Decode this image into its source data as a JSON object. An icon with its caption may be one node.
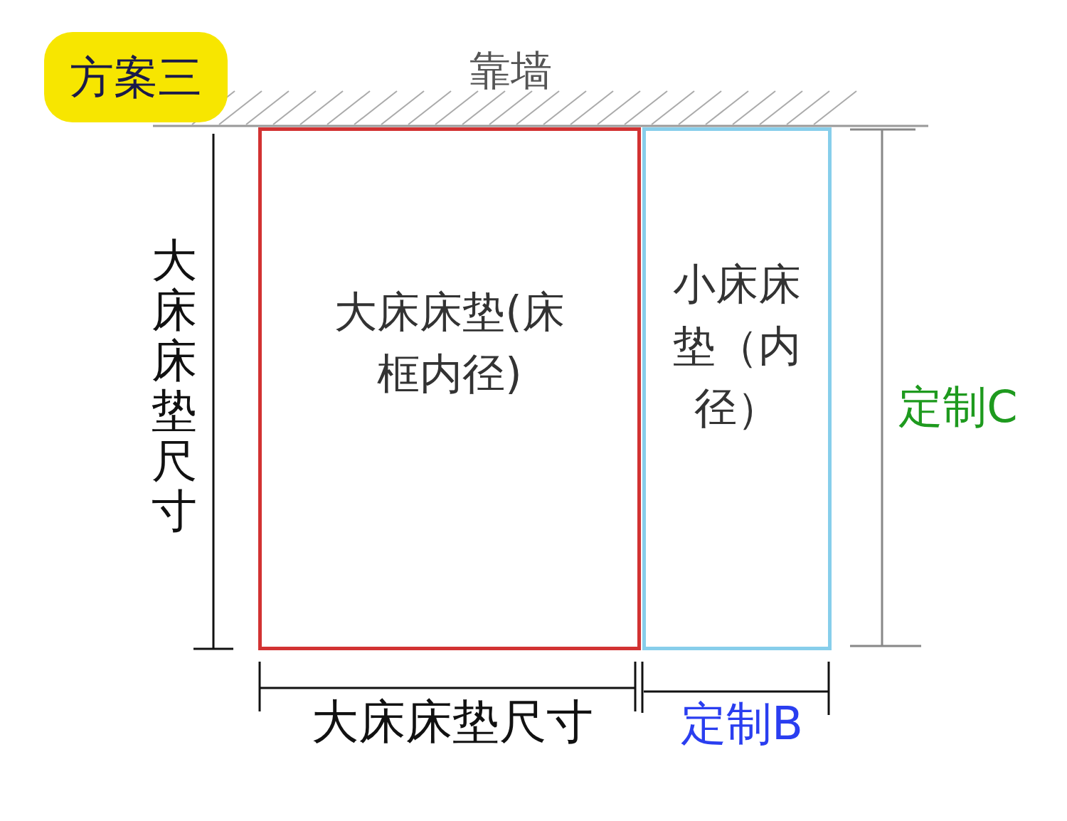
{
  "diagram": {
    "nodes": [
      {
        "text": [
          "方案三"
        ]
      },
      {
        "text": [
          "大床床垫(床框内径)"
        ]
      },
      {
        "text": [
          "小床床垫（内径）"
        ]
      }
    ],
    "labels": [
      "靠墙",
      "大床床垫尺寸",
      "定制C",
      "大床床垫尺寸",
      "定制B"
    ]
  }
}
